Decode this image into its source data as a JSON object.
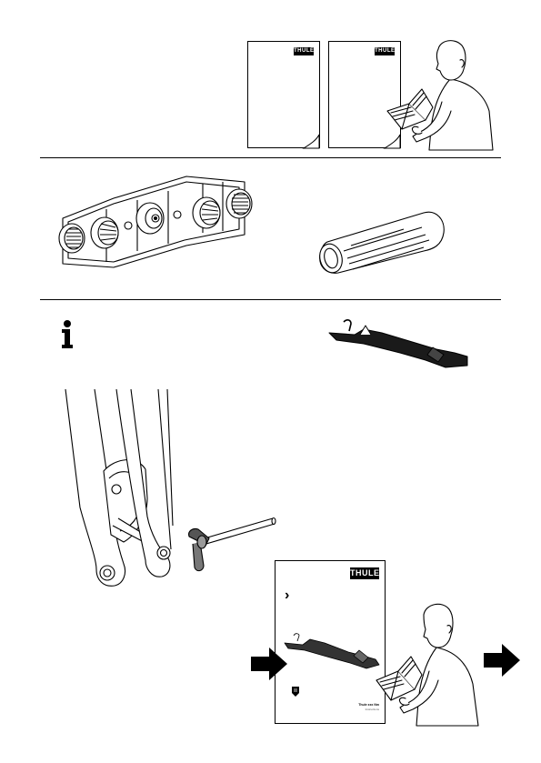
{
  "manuals": {
    "left_brand": "THULE",
    "right_brand": "THULE"
  },
  "cover": {
    "brand": "THULE",
    "chevron": "›",
    "model_text": "Thule xxx Nm",
    "model_subtext": "Instructions"
  },
  "icons": {
    "info": "info-icon",
    "arrow": "arrow-right-icon"
  }
}
